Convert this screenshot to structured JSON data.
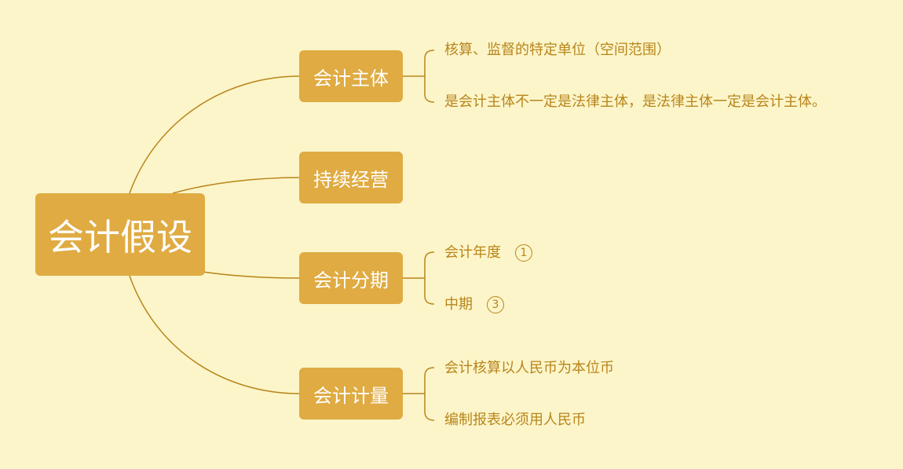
{
  "mindmap": {
    "root": {
      "label": "会计假设"
    },
    "branches": [
      {
        "label": "会计主体",
        "children": [
          {
            "label": "核算、监督的特定单位（空间范围）"
          },
          {
            "label": "是会计主体不一定是法律主体，是法律主体一定是会计主体。"
          }
        ]
      },
      {
        "label": "持续经营",
        "children": []
      },
      {
        "label": "会计分期",
        "children": [
          {
            "label": "会计年度",
            "marker": "1"
          },
          {
            "label": "中期",
            "marker": "3"
          }
        ]
      },
      {
        "label": "会计计量",
        "children": [
          {
            "label": "会计核算以人民币为本位币"
          },
          {
            "label": "编制报表必须用人民币"
          }
        ]
      }
    ]
  },
  "colors": {
    "background": "#fcf5c9",
    "node_fill": "#dfab42",
    "node_text": "#ffffff",
    "line": "#b8851c",
    "leaf_text": "#b8851c"
  }
}
